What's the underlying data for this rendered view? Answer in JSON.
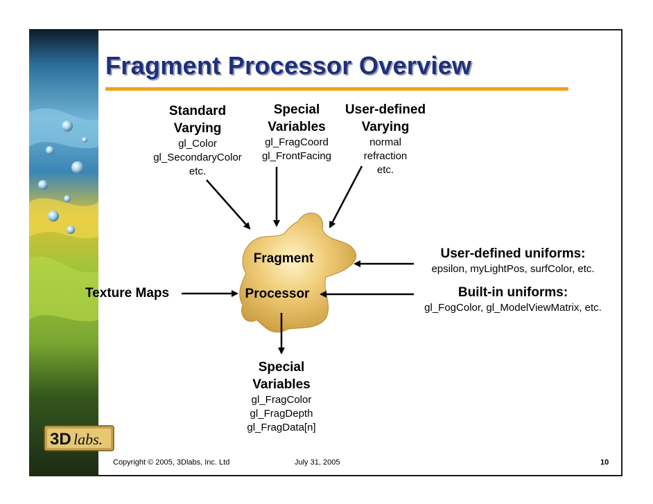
{
  "slide": {
    "title": "Fragment Processor Overview",
    "center": {
      "line1": "Fragment",
      "line2": "Processor"
    },
    "inputs_top": [
      {
        "heading1": "Standard",
        "heading2": "Varying",
        "items": [
          "gl_Color",
          "gl_SecondaryColor",
          "etc."
        ]
      },
      {
        "heading1": "Special",
        "heading2": "Variables",
        "items": [
          "gl_FragCoord",
          "gl_FrontFacing"
        ]
      },
      {
        "heading1": "User-defined",
        "heading2": "Varying",
        "items": [
          "normal",
          "refraction",
          "etc."
        ]
      }
    ],
    "input_left": "Texture Maps",
    "inputs_right": [
      {
        "heading": "User-defined uniforms:",
        "detail": "epsilon, myLightPos, surfColor, etc."
      },
      {
        "heading": "Built-in uniforms:",
        "detail": "gl_FogColor, gl_ModelViewMatrix, etc."
      }
    ],
    "output": {
      "heading1": "Special",
      "heading2": "Variables",
      "items": [
        "gl_FragColor",
        "gl_FragDepth",
        "gl_FragData[n]"
      ]
    }
  },
  "footer": {
    "copyright": "Copyright  © 2005, 3Dlabs, Inc. Ltd",
    "date": "July 31, 2005",
    "page": "10"
  },
  "logo": {
    "text": "3Dlabs."
  },
  "colors": {
    "title": "#1f2f7a",
    "rule": "#f0a21c",
    "blob": "#e2b255"
  }
}
